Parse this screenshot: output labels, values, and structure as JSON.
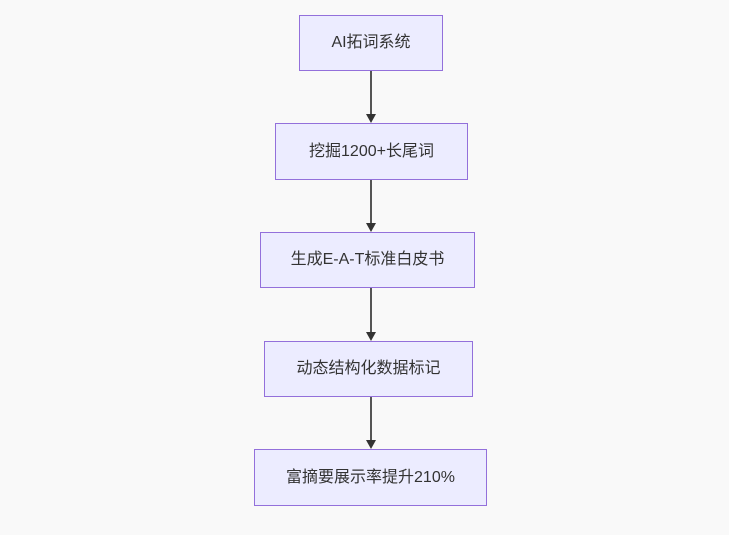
{
  "diagram": {
    "type": "flowchart",
    "direction": "top-down",
    "nodes": [
      {
        "id": "n1",
        "label": "AI拓词系统"
      },
      {
        "id": "n2",
        "label": "挖掘1200+长尾词"
      },
      {
        "id": "n3",
        "label": "生成E-A-T标准白皮书"
      },
      {
        "id": "n4",
        "label": "动态结构化数据标记"
      },
      {
        "id": "n5",
        "label": "富摘要展示率提升210%"
      }
    ],
    "edges": [
      {
        "from": "n1",
        "to": "n2"
      },
      {
        "from": "n2",
        "to": "n3"
      },
      {
        "from": "n3",
        "to": "n4"
      },
      {
        "from": "n4",
        "to": "n5"
      }
    ],
    "colors": {
      "node_fill": "#ECECFF",
      "node_border": "#9370DB",
      "edge_line": "#555555",
      "arrowhead": "#333333",
      "text": "#333333",
      "background": "#f9f9f9"
    }
  }
}
